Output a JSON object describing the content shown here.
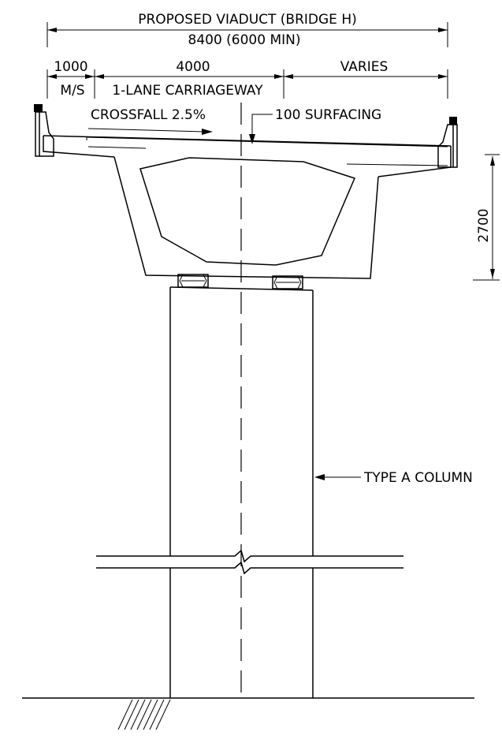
{
  "labels": {
    "title": "PROPOSED VIADUCT (BRIDGE H)",
    "overall_width": "8400 (6000 MIN)",
    "dim_left": "1000",
    "dim_mid": "4000",
    "dim_right": "VARIES",
    "ms": "M/S",
    "carriageway": "1-LANE CARRIAGEWAY",
    "crossfall": "CROSSFALL 2.5%",
    "surfacing": "100 SURFACING",
    "depth": "2700",
    "column": "TYPE A COLUMN"
  }
}
